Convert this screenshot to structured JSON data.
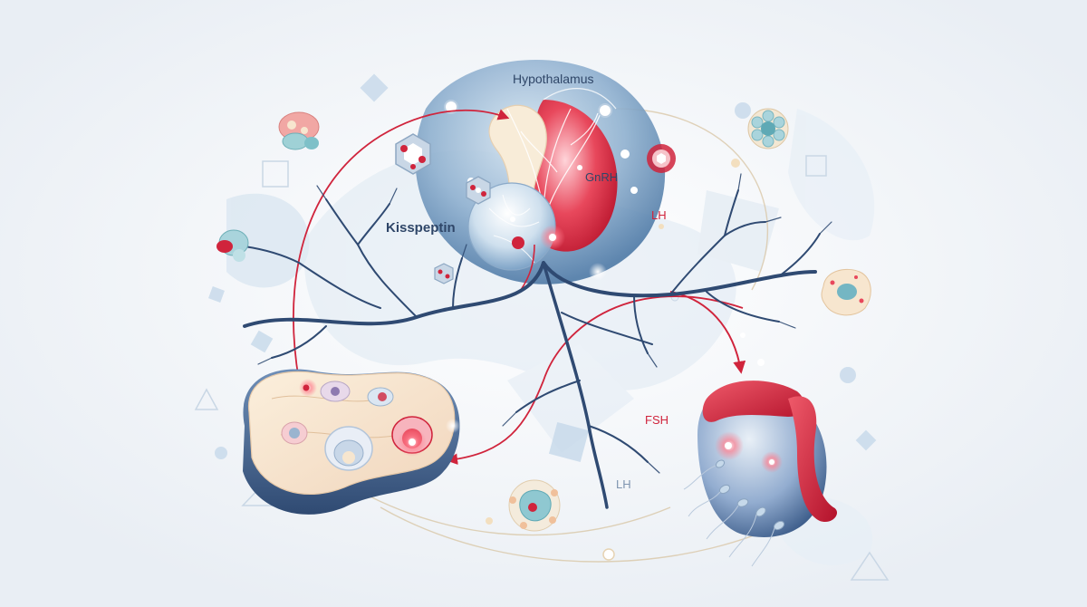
{
  "labels": {
    "hypothalamus": "Hypothalamus",
    "gnrh": "GnRH",
    "kisspeptin": "Kisspeptin",
    "lh_upper": "LH",
    "fsh": "FSH",
    "lh_lower": "LH"
  },
  "colors": {
    "background": "#f3f6f9",
    "navy": "#2f4a72",
    "red": "#d0243c",
    "light_blue": "#bcd3e6",
    "cream": "#f7e6cf"
  }
}
